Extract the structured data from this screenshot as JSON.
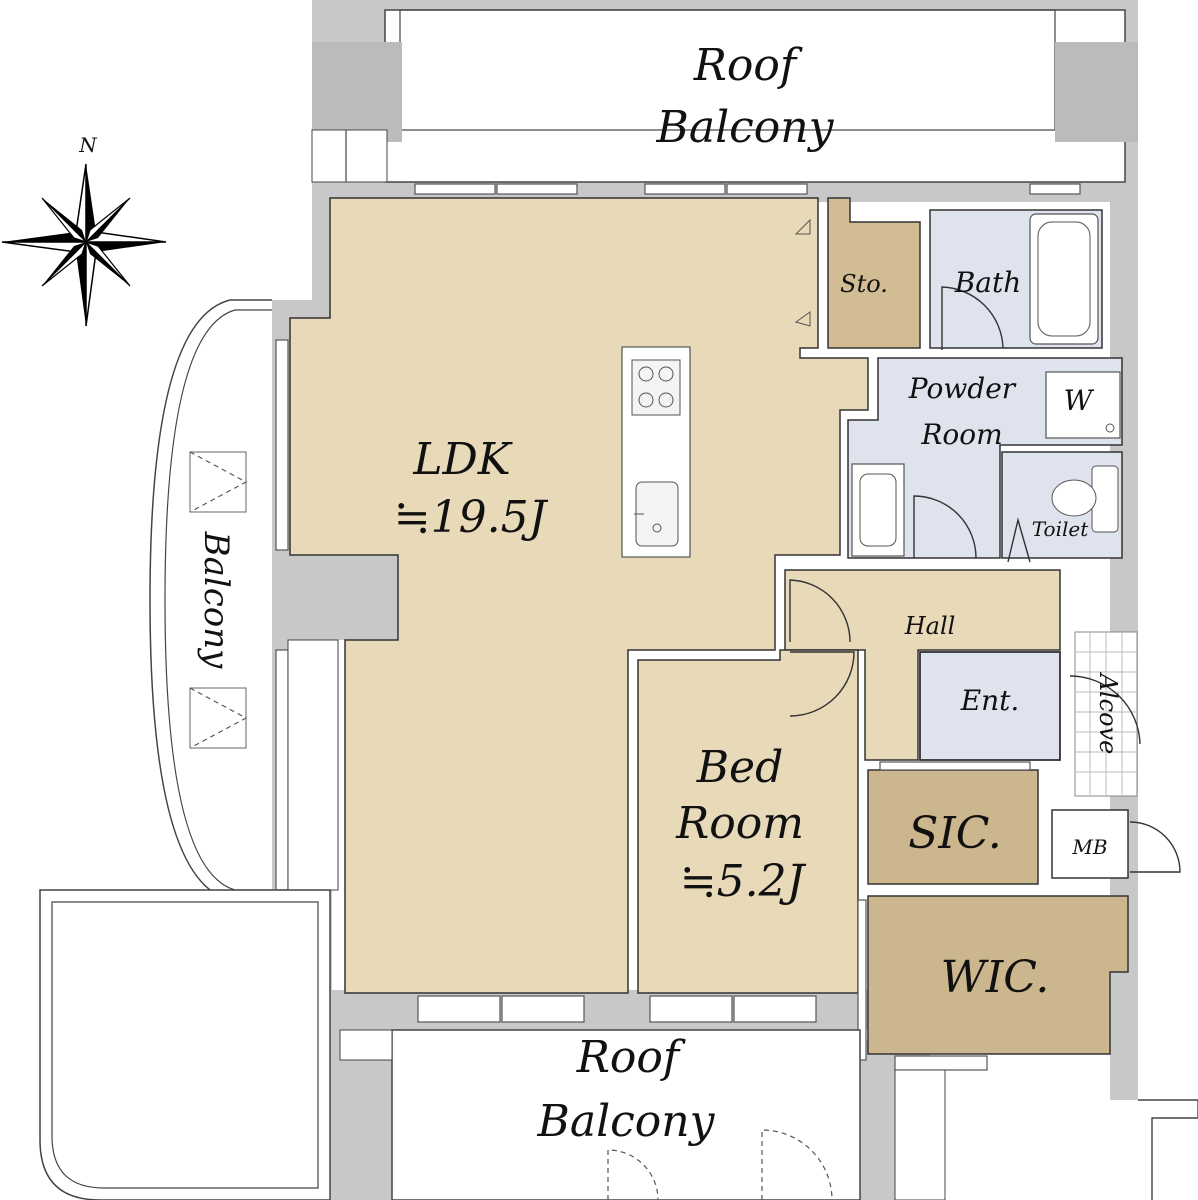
{
  "compass": {
    "north_label": "N"
  },
  "rooms": {
    "roof_balcony_top": {
      "line1": "Roof",
      "line2": "Balcony"
    },
    "roof_balcony_bottom": {
      "line1": "Roof",
      "line2": "Balcony"
    },
    "balcony_west": {
      "label": "Balcony"
    },
    "ldk": {
      "name": "LDK",
      "size": "≒19.5J"
    },
    "storage": {
      "label": "Sto."
    },
    "bath": {
      "label": "Bath"
    },
    "powder_room": {
      "line1": "Powder",
      "line2": "Room"
    },
    "washer": {
      "label": "W"
    },
    "toilet": {
      "label": "Toilet"
    },
    "hall": {
      "label": "Hall"
    },
    "entrance": {
      "label": "Ent."
    },
    "alcove": {
      "label": "Alcove"
    },
    "bedroom": {
      "line1": "Bed",
      "line2": "Room",
      "size": "≒5.2J"
    },
    "sic": {
      "label": "SIC."
    },
    "mb": {
      "label": "MB"
    },
    "wic": {
      "label": "WIC."
    }
  },
  "colors": {
    "living_floor": "#e8d9b8",
    "storage_floor": "#d2bc94",
    "wet_area_floor": "#dfe3ee",
    "wall": "#c8c8c8",
    "closet_floor": "#cbb68e"
  }
}
